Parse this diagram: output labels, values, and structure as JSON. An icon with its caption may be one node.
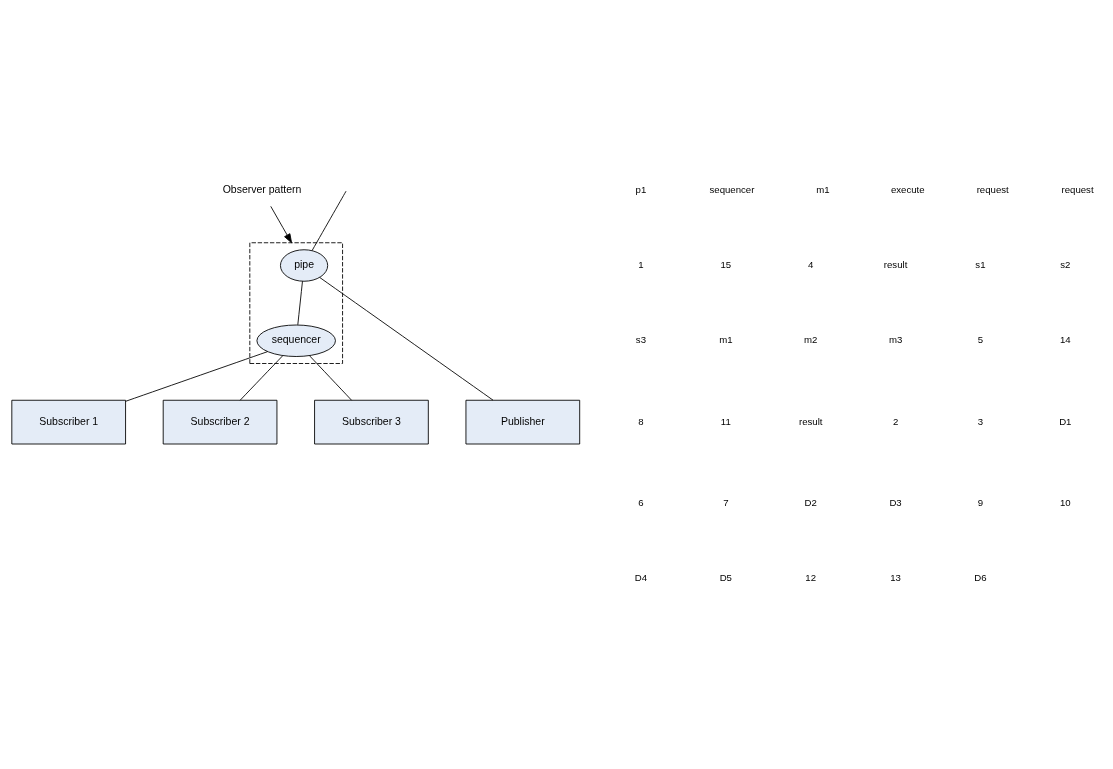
{
  "diagram": {
    "nodes": [
      {
        "text": [
          "Observer pattern"
        ]
      },
      {
        "text": [],
        "shape": "box"
      },
      {
        "text": [
          "pipe"
        ],
        "in": 1
      },
      {
        "text": [
          "sequencer"
        ],
        "in": 1
      },
      {
        "text": [
          "Publisher"
        ]
      },
      {
        "text": [
          "Subscriber 1"
        ]
      },
      {
        "text": [
          "Subscriber 2"
        ]
      },
      {
        "text": [
          "Subscriber 3"
        ]
      }
    ],
    "edges": [
      {
        "from": 0,
        "to": 1,
        "arrow": "to"
      },
      {
        "from": null,
        "to": 2,
        "arrow": "none"
      },
      {
        "from": 2,
        "to": 4,
        "arrow": "none"
      },
      {
        "from": 2,
        "to": 3,
        "arrow": "none"
      },
      {
        "from": 3,
        "to": 5,
        "arrow": "none"
      },
      {
        "from": 3,
        "to": 6,
        "arrow": "none"
      },
      {
        "from": 3,
        "to": 7,
        "arrow": "none"
      }
    ],
    "labels": [
      "p1",
      "sequencer",
      "m1",
      "execute",
      "request",
      "request",
      "1",
      "15",
      "4",
      "result",
      "s1",
      "s2",
      "s3",
      "m1",
      "m2",
      "m3",
      "5",
      "14",
      "8",
      "11",
      "result",
      "2",
      "3",
      "D1",
      "6",
      "7",
      "D2",
      "D3",
      "9",
      "10",
      "D4",
      "D5",
      "12",
      "13",
      "D6"
    ]
  }
}
